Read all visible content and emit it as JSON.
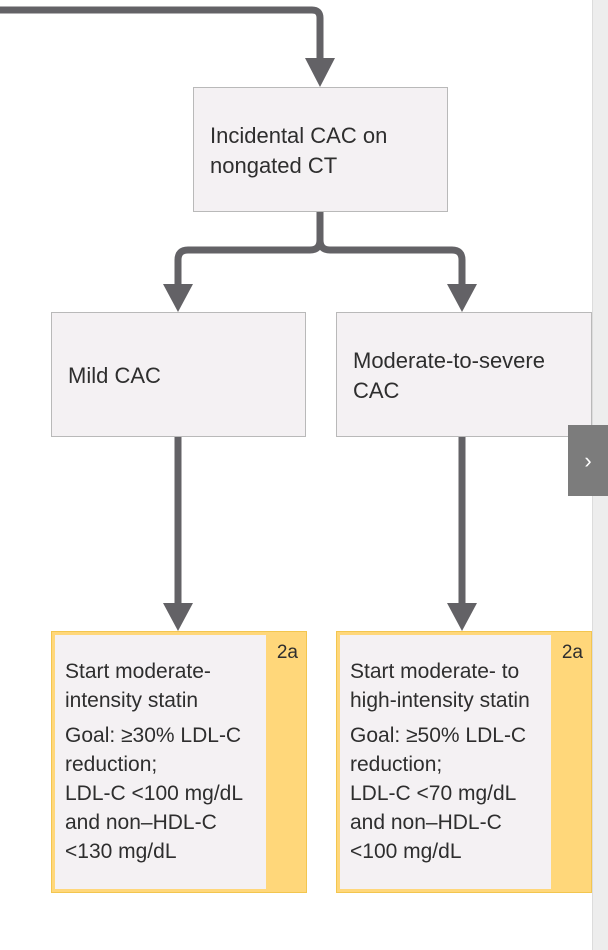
{
  "diagram": {
    "start_node": {
      "lines": [
        "Incidental CAC on",
        "nongated CT"
      ]
    },
    "mild_node": {
      "lines": [
        "Mild CAC"
      ]
    },
    "severe_node": {
      "lines": [
        "Moderate-to-severe",
        "CAC"
      ]
    },
    "mild_rec": {
      "class": "2a",
      "lines": [
        "Start moderate-",
        "intensity statin"
      ],
      "goal_lines": [
        "Goal: ≥30% LDL-C",
        "reduction;",
        "LDL-C <100 mg/dL",
        "and non–HDL-C",
        "<130 mg/dL"
      ]
    },
    "severe_rec": {
      "class": "2a",
      "lines": [
        "Start moderate- to",
        "high-intensity statin"
      ],
      "goal_lines": [
        "Goal: ≥50% LDL-C",
        "reduction;",
        "LDL-C <70 mg/dL",
        "and non–HDL-C",
        "<100 mg/dL"
      ]
    }
  },
  "colors": {
    "connector": "#636266",
    "node_fill": "#f4f1f3",
    "node_border": "#b9b9b9",
    "class_band": "#ffd77a"
  },
  "controls": {
    "next_icon": "chevron-right-icon",
    "next_glyph": "›"
  }
}
